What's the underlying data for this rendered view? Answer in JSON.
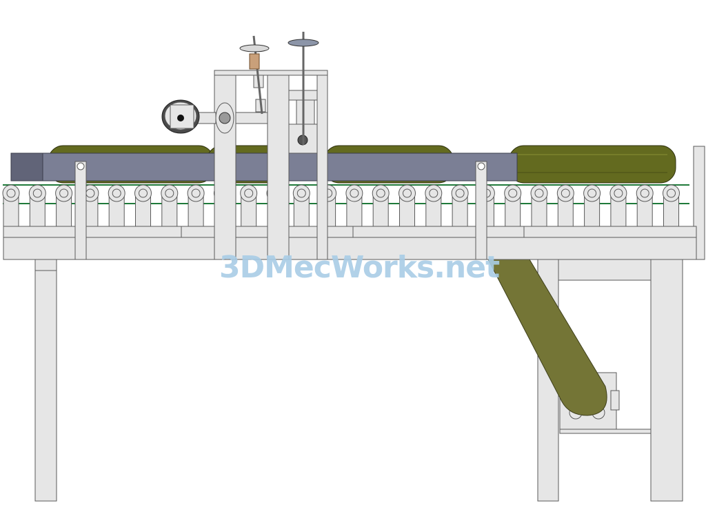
{
  "watermark": {
    "text": "3DMecWorks.net"
  },
  "colors": {
    "frame_fill": "#e6e6e6",
    "frame_stroke": "#5a5a5a",
    "beam_fill": "#7b7f95",
    "beam_dark": "#616478",
    "product_fill": "#636a1f",
    "product_highlight": "#8a9033",
    "belt": "#1f7a3a",
    "diagonal": "#747536",
    "watermark": "#a9cde6",
    "background": "#ffffff"
  },
  "components": {
    "conveyor_rollers": {
      "count": 26
    },
    "handwheels": {
      "count": 2
    },
    "legs": {
      "count": 3
    },
    "products_on_belt": {
      "count": 4
    }
  }
}
